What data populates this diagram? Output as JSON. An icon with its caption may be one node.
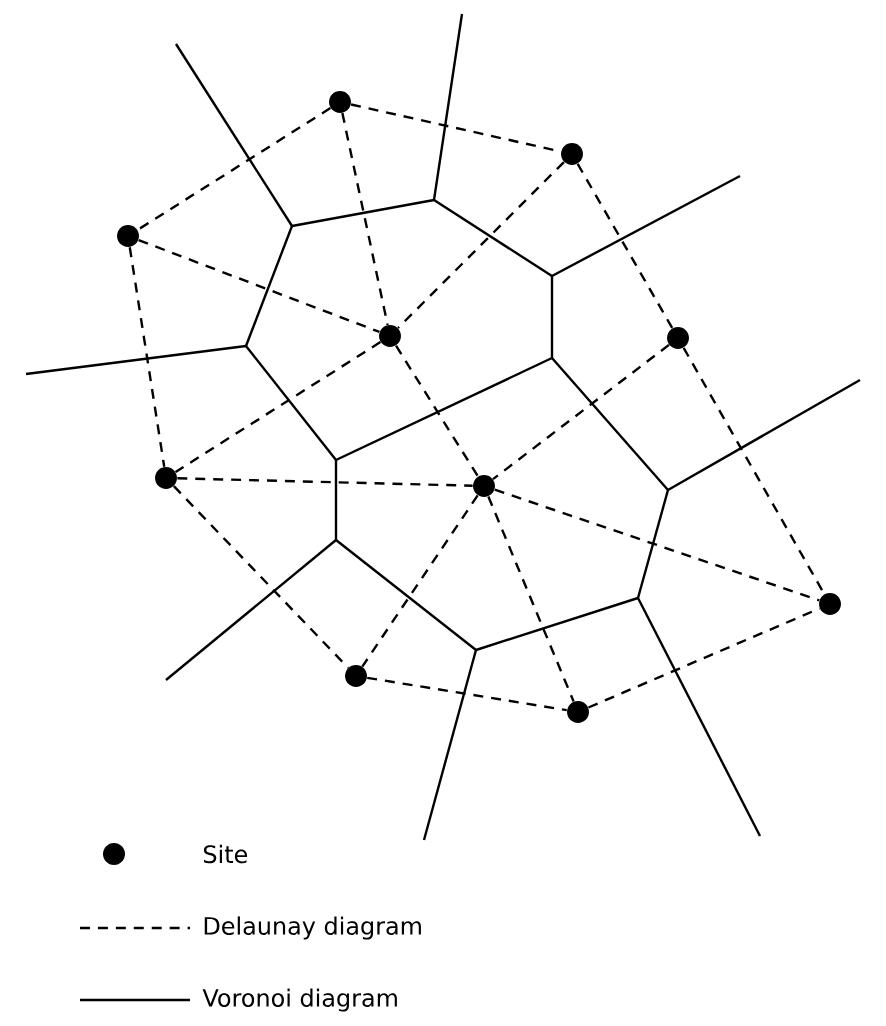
{
  "diagram": {
    "nodes": [
      {
        "text": [],
        "shape": "circle"
      },
      {
        "text": [],
        "shape": "circle"
      },
      {
        "text": [],
        "shape": "circle"
      },
      {
        "text": [],
        "shape": "circle"
      },
      {
        "text": [],
        "shape": "circle"
      },
      {
        "text": [],
        "shape": "circle"
      },
      {
        "text": [],
        "shape": "circle"
      },
      {
        "text": [],
        "shape": "circle"
      },
      {
        "text": [],
        "shape": "circle"
      },
      {
        "text": [],
        "shape": "circle"
      }
    ],
    "edges": [
      {
        "from": 0,
        "to": 1,
        "arrow": "none",
        "style": "dashed"
      },
      {
        "from": 0,
        "to": 2,
        "arrow": "none",
        "style": "dashed"
      },
      {
        "from": 0,
        "to": 3,
        "arrow": "none",
        "style": "dashed"
      },
      {
        "from": 1,
        "to": 3,
        "arrow": "none",
        "style": "dashed"
      },
      {
        "from": 1,
        "to": 4,
        "arrow": "none",
        "style": "dashed"
      },
      {
        "from": 2,
        "to": 3,
        "arrow": "none",
        "style": "dashed"
      },
      {
        "from": 2,
        "to": 5,
        "arrow": "none",
        "style": "dashed"
      },
      {
        "from": 3,
        "to": 5,
        "arrow": "none",
        "style": "dashed"
      },
      {
        "from": 3,
        "to": 6,
        "arrow": "none",
        "style": "dashed"
      },
      {
        "from": 4,
        "to": 6,
        "arrow": "none",
        "style": "dashed"
      },
      {
        "from": 4,
        "to": 7,
        "arrow": "none",
        "style": "dashed"
      },
      {
        "from": 5,
        "to": 6,
        "arrow": "none",
        "style": "dashed"
      },
      {
        "from": 5,
        "to": 8,
        "arrow": "none",
        "style": "dashed"
      },
      {
        "from": 6,
        "to": 7,
        "arrow": "none",
        "style": "dashed"
      },
      {
        "from": 6,
        "to": 8,
        "arrow": "none",
        "style": "dashed"
      },
      {
        "from": 6,
        "to": 9,
        "arrow": "none",
        "style": "dashed"
      },
      {
        "from": 8,
        "to": 9,
        "arrow": "none",
        "style": "dashed"
      },
      {
        "from": 9,
        "to": 7,
        "arrow": "none",
        "style": "dashed"
      }
    ],
    "legend": [
      {
        "text": "Site"
      },
      {
        "text": "Delaunay diagram"
      },
      {
        "text": "Voronoi diagram"
      }
    ]
  }
}
